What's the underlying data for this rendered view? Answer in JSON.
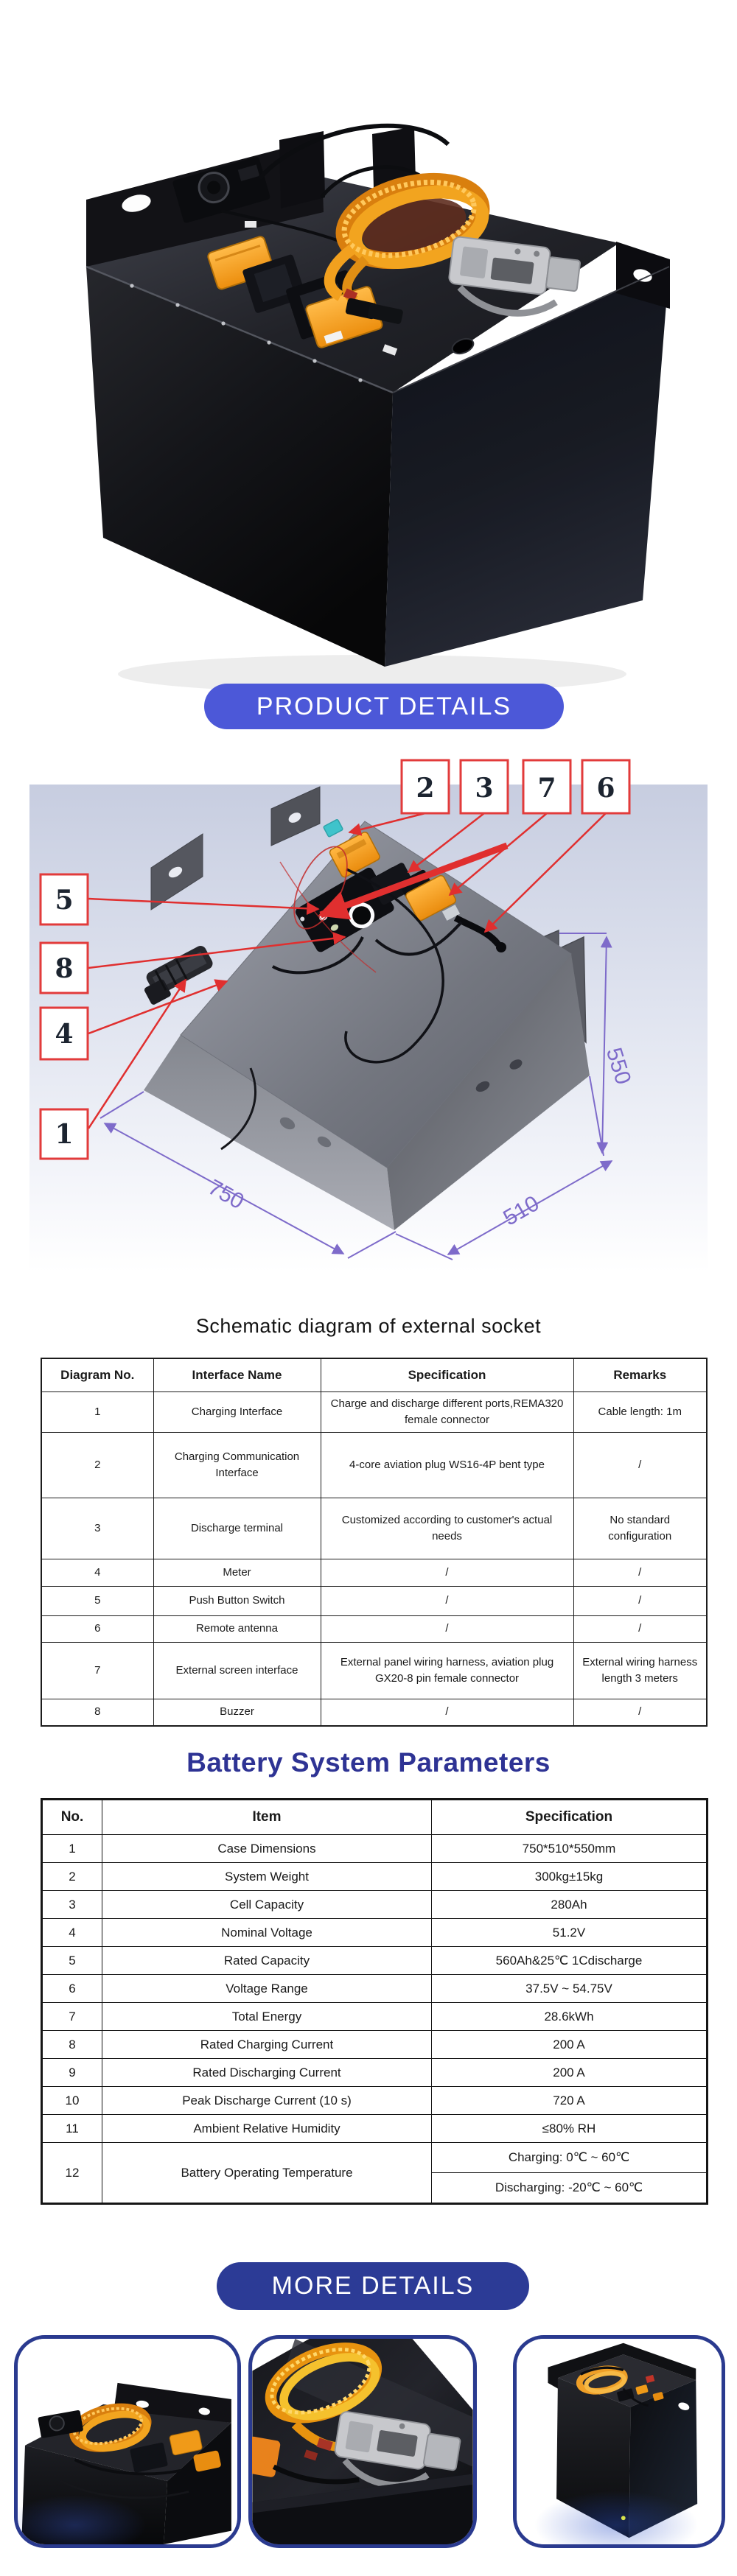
{
  "banners": {
    "product_details": "PRODUCT DETAILS",
    "more_details": "MORE DETAILS"
  },
  "schematic": {
    "caption": "Schematic diagram of external socket",
    "callouts_top": [
      "2",
      "3",
      "7",
      "6"
    ],
    "callouts_left": [
      "5",
      "8",
      "4",
      "1"
    ],
    "dimensions": {
      "width": "750",
      "depth": "510",
      "height": "550"
    }
  },
  "socket_table": {
    "headers": [
      "Diagram No.",
      "Interface Name",
      "Specification",
      "Remarks"
    ],
    "rows": [
      [
        "1",
        "Charging Interface",
        "Charge and discharge different ports,REMA320 female connector",
        "Cable length: 1m"
      ],
      [
        "2",
        "Charging Communication Interface",
        "4-core aviation plug WS16-4P bent type",
        "/"
      ],
      [
        "3",
        "Discharge terminal",
        "Customized according to customer's actual needs",
        "No standard configuration"
      ],
      [
        "4",
        "Meter",
        "/",
        "/"
      ],
      [
        "5",
        "Push Button Switch",
        "/",
        "/"
      ],
      [
        "6",
        "Remote antenna",
        "/",
        "/"
      ],
      [
        "7",
        "External screen interface",
        "External panel wiring harness, aviation plug GX20-8 pin female connector",
        "External wiring harness length 3 meters"
      ],
      [
        "8",
        "Buzzer",
        "/",
        "/"
      ]
    ]
  },
  "parameters": {
    "title": "Battery System Parameters",
    "headers": [
      "No.",
      "Item",
      "Specification"
    ],
    "rows": [
      [
        "1",
        "Case Dimensions",
        "750*510*550mm"
      ],
      [
        "2",
        "System Weight",
        "300kg±15kg"
      ],
      [
        "3",
        "Cell Capacity",
        "280Ah"
      ],
      [
        "4",
        "Nominal Voltage",
        "51.2V"
      ],
      [
        "5",
        "Rated Capacity",
        "560Ah&25℃ 1Cdischarge"
      ],
      [
        "6",
        "Voltage Range",
        "37.5V ~ 54.75V"
      ],
      [
        "7",
        "Total Energy",
        "28.6kWh"
      ],
      [
        "8",
        "Rated Charging Current",
        "200 A"
      ],
      [
        "9",
        "Rated Discharging Current",
        "200 A"
      ],
      [
        "10",
        "Peak Discharge Current (10 s)",
        "720 A"
      ],
      [
        "11",
        "Ambient Relative Humidity",
        "≤80% RH"
      ],
      [
        "12",
        "Battery Operating Temperature",
        [
          "Charging: 0℃ ~ 60℃",
          "Discharging: -20℃ ~ 60℃"
        ]
      ]
    ]
  },
  "colors": {
    "banner_blue": "#4c58d8",
    "banner_deep_blue": "#2c3b96",
    "heading_blue": "#2e3394",
    "callout_red": "#e23b3b",
    "dimension_purple": "#7e6bca",
    "cable_orange": "#f2a41f",
    "card_border_navy": "#2a3a8f"
  }
}
